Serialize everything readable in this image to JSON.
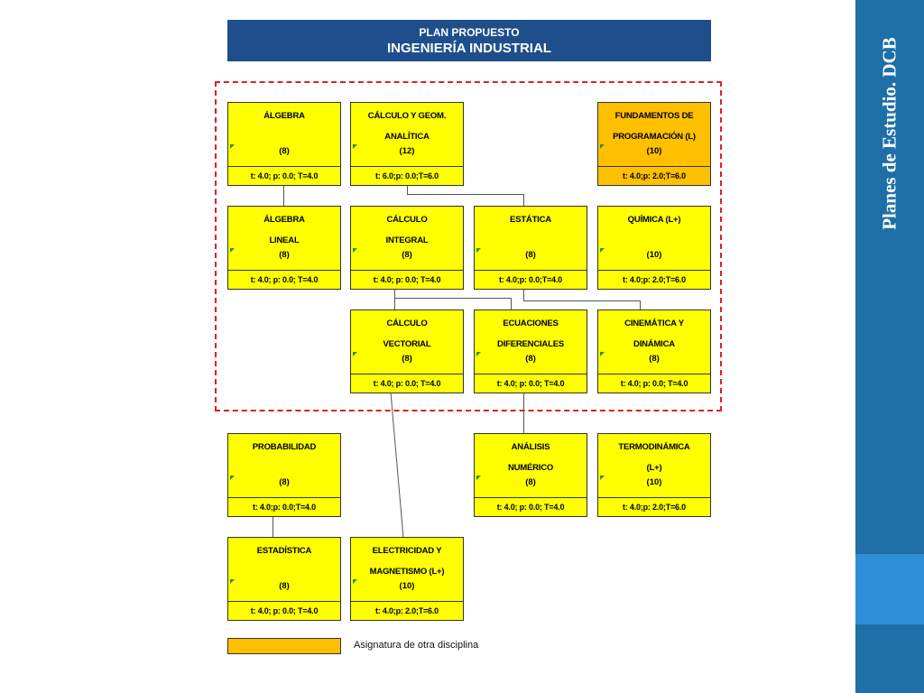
{
  "header": {
    "line1": "PLAN PROPUESTO",
    "line2": "INGENIERÍA INDUSTRIAL"
  },
  "courses": {
    "algebra": {
      "name1": "ÁLGEBRA",
      "name2": "",
      "credits": "(8)",
      "hours": "t: 4.0; p: 0.0; T=4.0",
      "other_discipline": false
    },
    "calculo_geom": {
      "name1": "CÁLCULO Y GEOM.",
      "name2": "ANALÍTICA",
      "credits": "(12)",
      "hours": "t: 6.0;p: 0.0;T=6.0",
      "other_discipline": false
    },
    "fundamentos": {
      "name1": "FUNDAMENTOS DE",
      "name2": "PROGRAMACIÓN (L)",
      "credits": "(10)",
      "hours": "t: 4.0;p: 2.0;T=6.0",
      "other_discipline": true
    },
    "algebra_lineal": {
      "name1": "ÁLGEBRA",
      "name2": "LINEAL",
      "credits": "(8)",
      "hours": "t: 4.0; p: 0.0; T=4.0",
      "other_discipline": false
    },
    "calculo_integral": {
      "name1": "CÁLCULO",
      "name2": "INTEGRAL",
      "credits": "(8)",
      "hours": "t: 4.0; p: 0.0; T=4.0",
      "other_discipline": false
    },
    "estatica": {
      "name1": "ESTÁTICA",
      "name2": "",
      "credits": "(8)",
      "hours": "t: 4.0;p: 0.0;T=4.0",
      "other_discipline": false
    },
    "quimica": {
      "name1": "QUÍMICA (L+)",
      "name2": "",
      "credits": "(10)",
      "hours": "t: 4.0;p: 2.0;T=6.0",
      "other_discipline": false
    },
    "calculo_vectorial": {
      "name1": "CÁLCULO",
      "name2": "VECTORIAL",
      "credits": "(8)",
      "hours": "t: 4.0; p: 0.0; T=4.0",
      "other_discipline": false
    },
    "ecuaciones": {
      "name1": "ECUACIONES",
      "name2": "DIFERENCIALES",
      "credits": "(8)",
      "hours": "t: 4.0; p: 0.0; T=4.0",
      "other_discipline": false
    },
    "cinematica": {
      "name1": "CINEMÁTICA Y",
      "name2": "DINÁMICA",
      "credits": "(8)",
      "hours": "t: 4.0; p: 0.0; T=4.0",
      "other_discipline": false
    },
    "probabilidad": {
      "name1": "PROBABILIDAD",
      "name2": "",
      "credits": "(8)",
      "hours": "t: 4.0;p: 0.0;T=4.0",
      "other_discipline": false
    },
    "analisis_numerico": {
      "name1": "ANÁLISIS",
      "name2": "NUMÉRICO",
      "credits": "(8)",
      "hours": "t: 4.0; p: 0.0; T=4.0",
      "other_discipline": false
    },
    "termodinamica": {
      "name1": "TERMODINÁMICA",
      "name2": "(L+)",
      "credits": "(10)",
      "hours": "t: 4.0;p: 2.0;T=6.0",
      "other_discipline": false
    },
    "estadistica": {
      "name1": "ESTADÍSTICA",
      "name2": "",
      "credits": "(8)",
      "hours": "t: 4.0; p: 0.0; T=4.0",
      "other_discipline": false
    },
    "electricidad": {
      "name1": "ELECTRICIDAD Y",
      "name2": "MAGNETISMO (L+)",
      "credits": "(10)",
      "hours": "t: 4.0;p: 2.0;T=6.0",
      "other_discipline": false
    }
  },
  "legend": {
    "label": "Asignatura de otra disciplina"
  },
  "sidebar": {
    "title": "Planes de Estudio. DCB"
  },
  "colors": {
    "header_bg": "#1f4e8c",
    "course_fill": "#ffff00",
    "other_discipline_fill": "#ffc000",
    "dashed_border": "#e02020",
    "sidebar_bg": "#1e6fa8",
    "sidebar_accent": "#2f8fd6"
  }
}
